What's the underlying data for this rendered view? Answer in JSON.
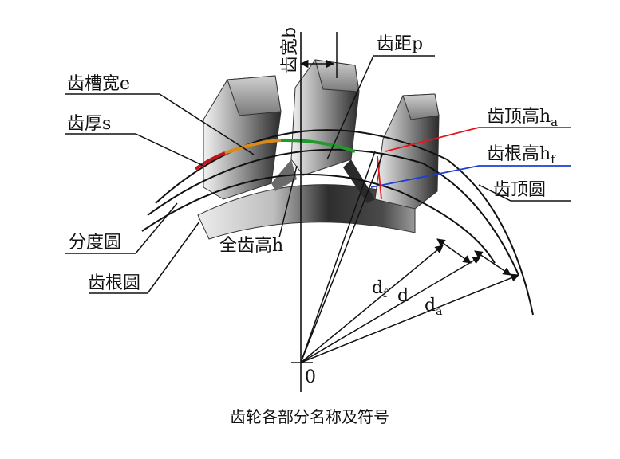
{
  "diagram": {
    "caption": "齿轮各部分名称及符号",
    "labels": {
      "tooth_width": "齿宽b",
      "pitch": "齿距p",
      "space_width": "齿槽宽e",
      "tooth_thickness": "齿厚s",
      "addendum_prefix": "齿顶高h",
      "addendum_sub": "a",
      "dedendum_prefix": "齿根高h",
      "dedendum_sub": "f",
      "tip_circle": "齿顶圆",
      "pitch_circle": "分度圆",
      "root_circle": "齿根圆",
      "whole_depth": "全齿高h",
      "root_diameter": "d",
      "root_diameter_sub": "f",
      "pitch_diameter": "d",
      "tip_diameter": "d",
      "tip_diameter_sub": "a",
      "origin": "0"
    },
    "colors": {
      "addendum_line": "#e8141a",
      "dedendum_line": "#1f3fd6",
      "pitch_arc_red": "#c0141a",
      "pitch_arc_orange": "#d98a18",
      "pitch_arc_green": "#1e9b2a",
      "gear_dark": "#3a3a3a",
      "gear_light": "#d8d8d8"
    }
  }
}
